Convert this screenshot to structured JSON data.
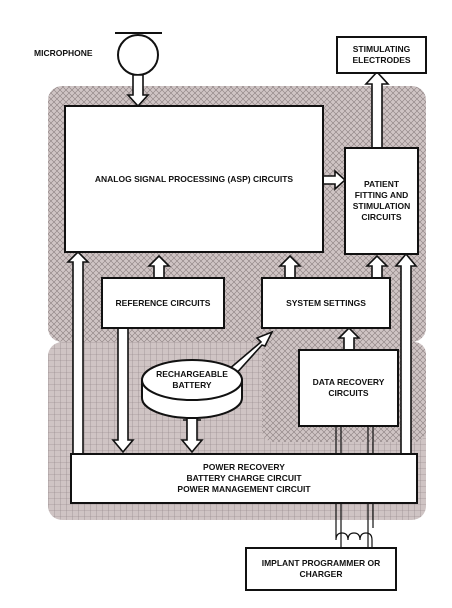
{
  "microphone": {
    "label": "MICROPHONE"
  },
  "stimulating_electrodes": {
    "label": "STIMULATING\nELECTRODES"
  },
  "asp_circuits": {
    "label": "ANALOG SIGNAL PROCESSING (ASP) CIRCUITS"
  },
  "patient_fitting": {
    "label": "PATIENT\nFITTING AND\nSTIMULATION\nCIRCUITS"
  },
  "reference_circuits": {
    "label": "REFERENCE CIRCUITS"
  },
  "system_settings": {
    "label": "SYSTEM SETTINGS"
  },
  "rechargeable_battery": {
    "label": "RECHARGEABLE\nBATTERY"
  },
  "data_recovery": {
    "label": "DATA RECOVERY\nCIRCUITS"
  },
  "power_recovery": {
    "label": "POWER RECOVERY\nBATTERY CHARGE CIRCUIT\nPOWER MANAGEMENT CIRCUIT"
  },
  "implant_programmer": {
    "label": "IMPLANT PROGRAMMER OR\nCHARGER"
  },
  "colors": {
    "hatch_fill": "#cfc4c4",
    "hatch_line": "#8a7f80",
    "ink": "#111111",
    "box_fill": "#ffffff"
  }
}
